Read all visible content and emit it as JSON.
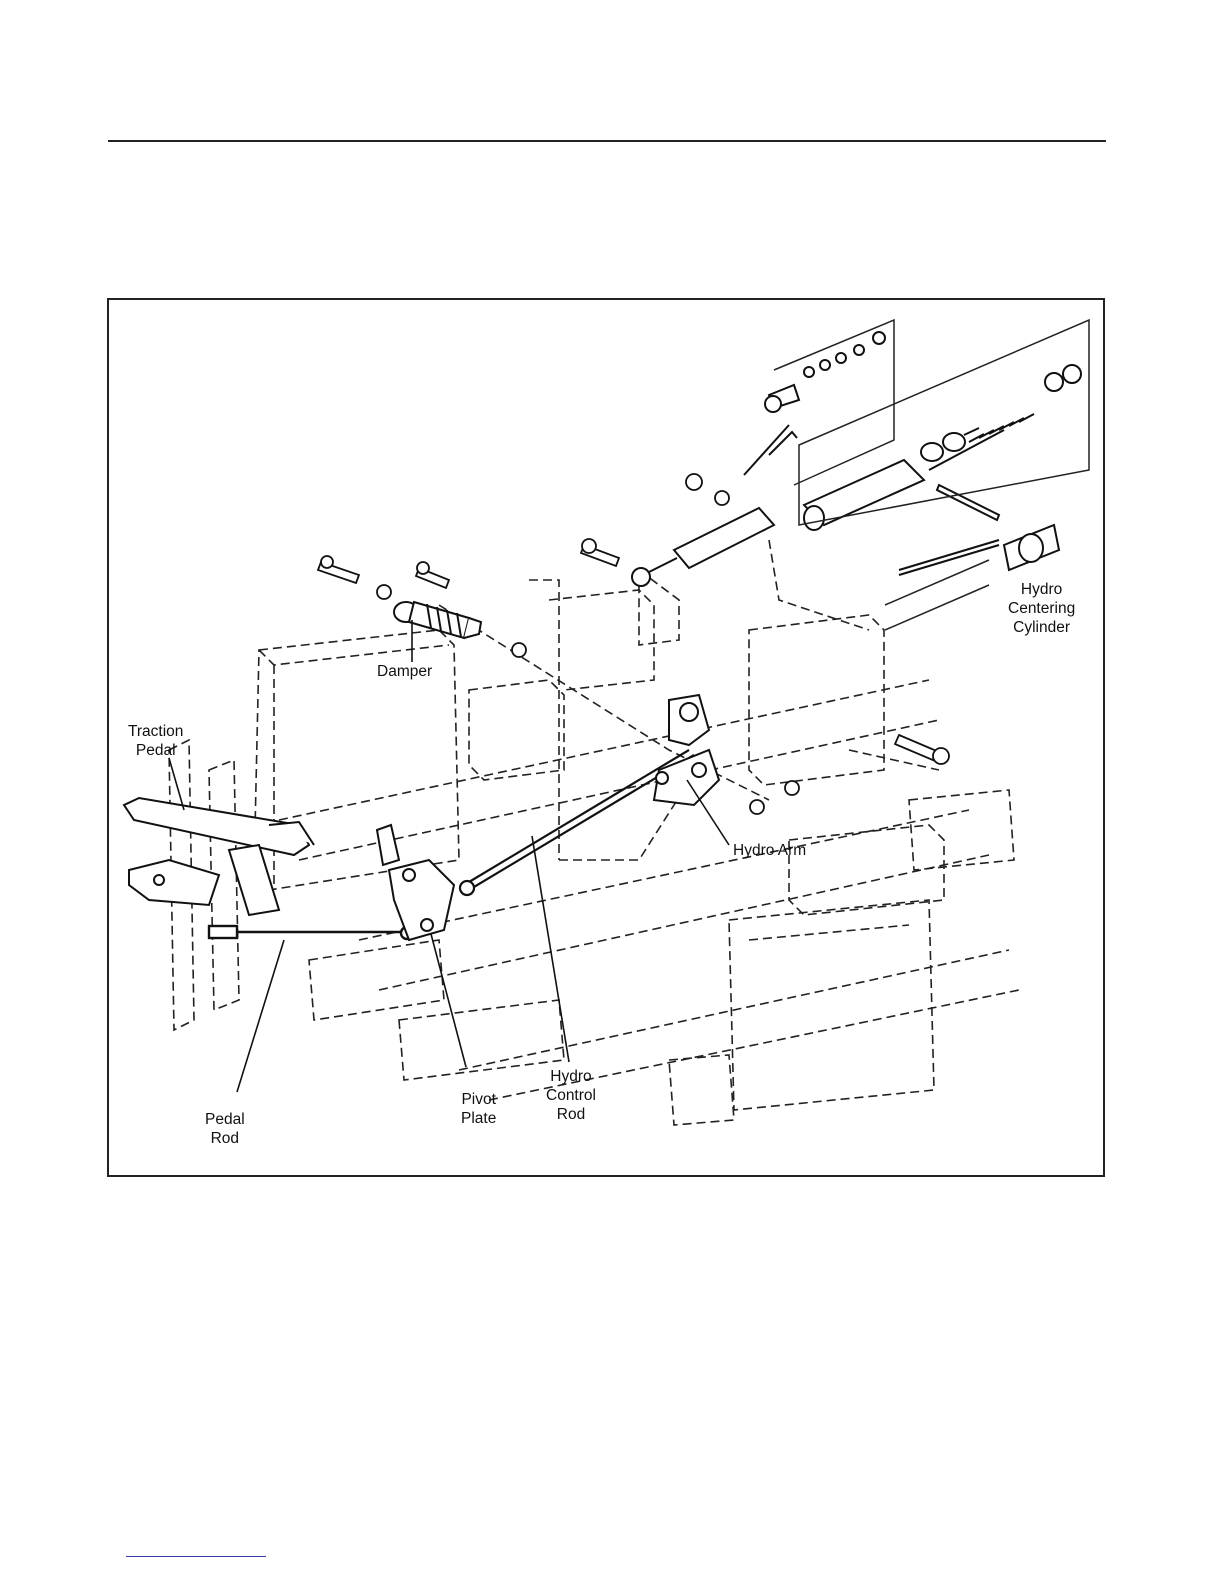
{
  "figure": {
    "callouts": {
      "damper": [
        "Damper"
      ],
      "traction_pedal": [
        "Traction",
        "Pedal"
      ],
      "hydro_centering_cylinder": [
        "Hydro",
        "Centering",
        "Cylinder"
      ],
      "hydro_arm": [
        "Hydro Arm"
      ],
      "pedal_rod": [
        "Pedal",
        "Rod"
      ],
      "pivot_plate": [
        "Pivot",
        "Plate"
      ],
      "hydro_control_rod": [
        "Hydro",
        "Control",
        "Rod"
      ]
    }
  }
}
